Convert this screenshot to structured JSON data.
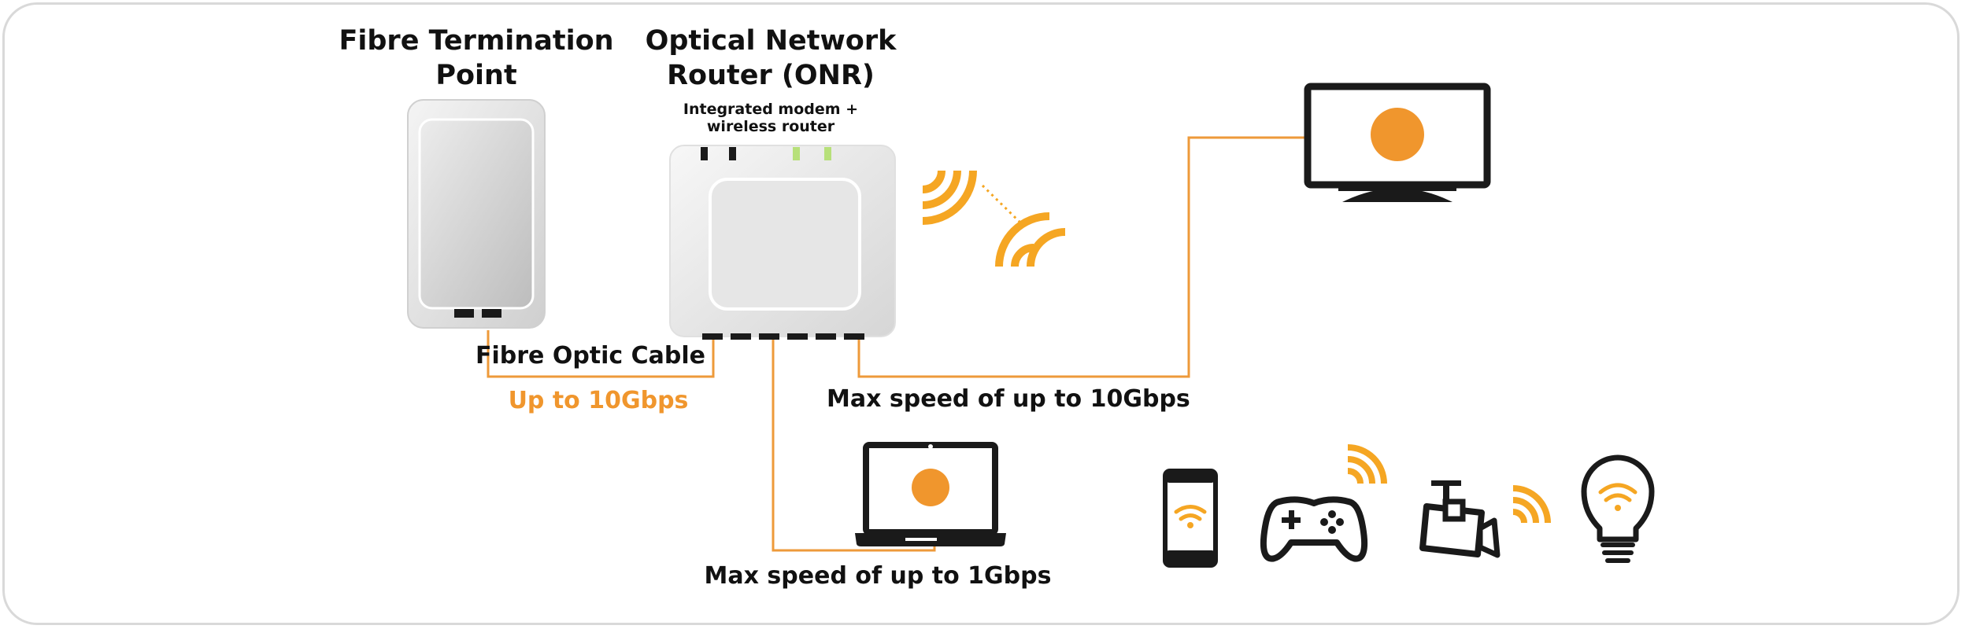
{
  "colors": {
    "accent": "#f0962d",
    "cable": "#ee9a3a",
    "device_dark": "#1a1a1a",
    "led_green": "#b7e07a"
  },
  "ftp": {
    "title_line1": "Fibre Termination",
    "title_line2": "Point"
  },
  "onr": {
    "title_line1": "Optical Network",
    "title_line2": "Router (ONR)",
    "sub_line1": "Integrated modem +",
    "sub_line2": "wireless router"
  },
  "cable": {
    "label": "Fibre Optic Cable",
    "speed": "Up to 10Gbps"
  },
  "tv_link": {
    "label": "Max speed of up to 10Gbps"
  },
  "laptop_link": {
    "label": "Max speed of up to 1Gbps"
  },
  "icons": [
    "wifi-signal-icon",
    "tv-icon",
    "laptop-icon",
    "smartphone-icon",
    "game-controller-icon",
    "security-camera-icon",
    "smart-bulb-icon"
  ]
}
